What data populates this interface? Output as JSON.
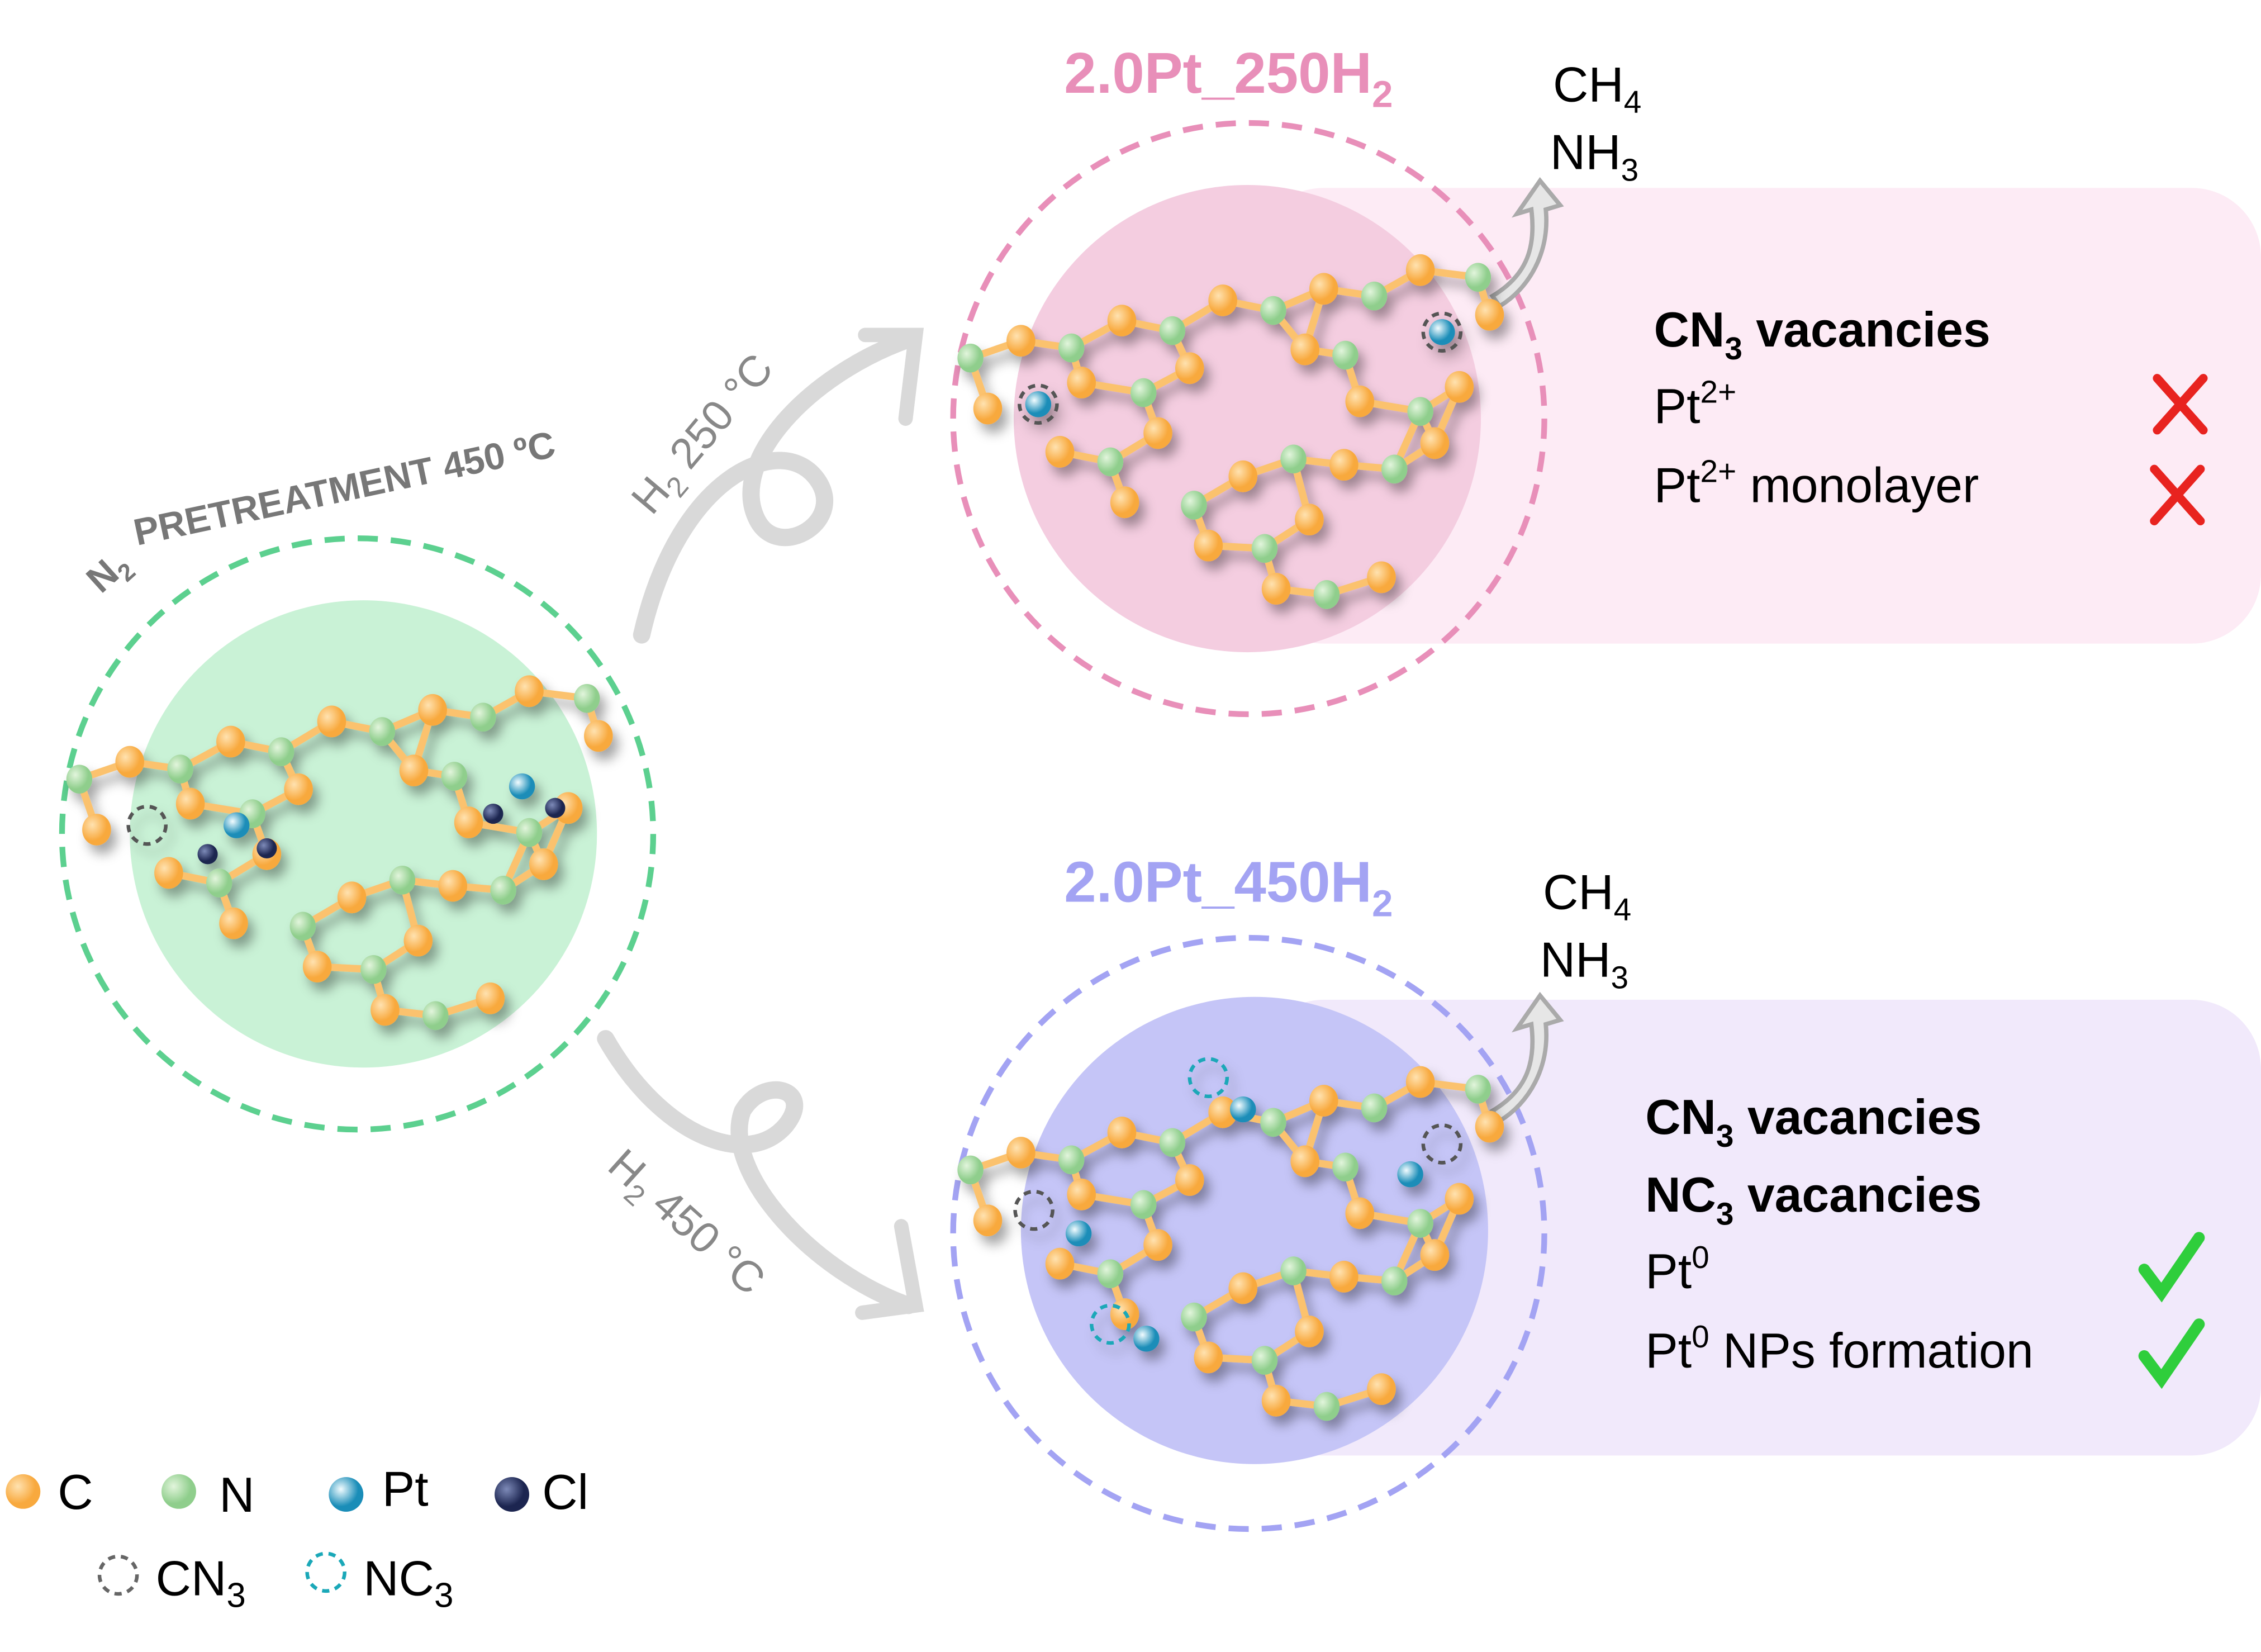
{
  "left": {
    "title_prefix": "N",
    "title_sub": "2",
    "title_rest": " PRETREATMENT 450 ºC",
    "ring_color": "#5cd08f",
    "fill_color": "#c9f2d6"
  },
  "arrow_top": {
    "prefix": "H",
    "sub": "2",
    "rest": " 250 °C"
  },
  "arrow_bottom": {
    "prefix": "H",
    "sub": "2",
    "rest": " 450 °C"
  },
  "top": {
    "title": "2.0Pt_250H",
    "title_sub": "2",
    "color": "#e88fb9",
    "fill": "#f4cde0",
    "panel": "#fdebf5",
    "gas1": "CH",
    "gas1_sub": "4",
    "gas2": "NH",
    "gas2_sub": "3",
    "items": [
      {
        "text": "CN",
        "sub": "3",
        "rest": " vacancies",
        "bold": true,
        "mark": ""
      },
      {
        "text": "Pt",
        "sup": "2+",
        "rest": "",
        "mark": "cross"
      },
      {
        "text": "Pt",
        "sup": "2+",
        "rest": " monolayer",
        "mark": "cross"
      }
    ]
  },
  "bottom": {
    "title": "2.0Pt_450H",
    "title_sub": "2",
    "color": "#a3a3f3",
    "fill": "#c5c5f7",
    "panel": "#f1e9fb",
    "gas1": "CH",
    "gas1_sub": "4",
    "gas2": "NH",
    "gas2_sub": "3",
    "items": [
      {
        "text": "CN",
        "sub": "3",
        "rest": " vacancies",
        "bold": true,
        "mark": ""
      },
      {
        "text": "NC",
        "sub": "3",
        "rest": " vacancies",
        "bold": true,
        "mark": ""
      },
      {
        "text": "Pt",
        "sup": "0",
        "rest": "",
        "mark": "check"
      },
      {
        "text": "Pt",
        "sup": "0",
        "rest": " NPs formation",
        "mark": "check"
      }
    ]
  },
  "legend": {
    "c": "C",
    "n": "N",
    "pt": "Pt",
    "cl": "Cl",
    "cn3": "CN",
    "cn3_sub": "3",
    "nc3": "NC",
    "nc3_sub": "3"
  },
  "colors": {
    "carbon": "#fbb85c",
    "nitrogen": "#a9dca6",
    "platinum": "#5fb9da",
    "chlorine": "#34406e",
    "cross": "#e8231f",
    "check": "#2fce3c"
  }
}
